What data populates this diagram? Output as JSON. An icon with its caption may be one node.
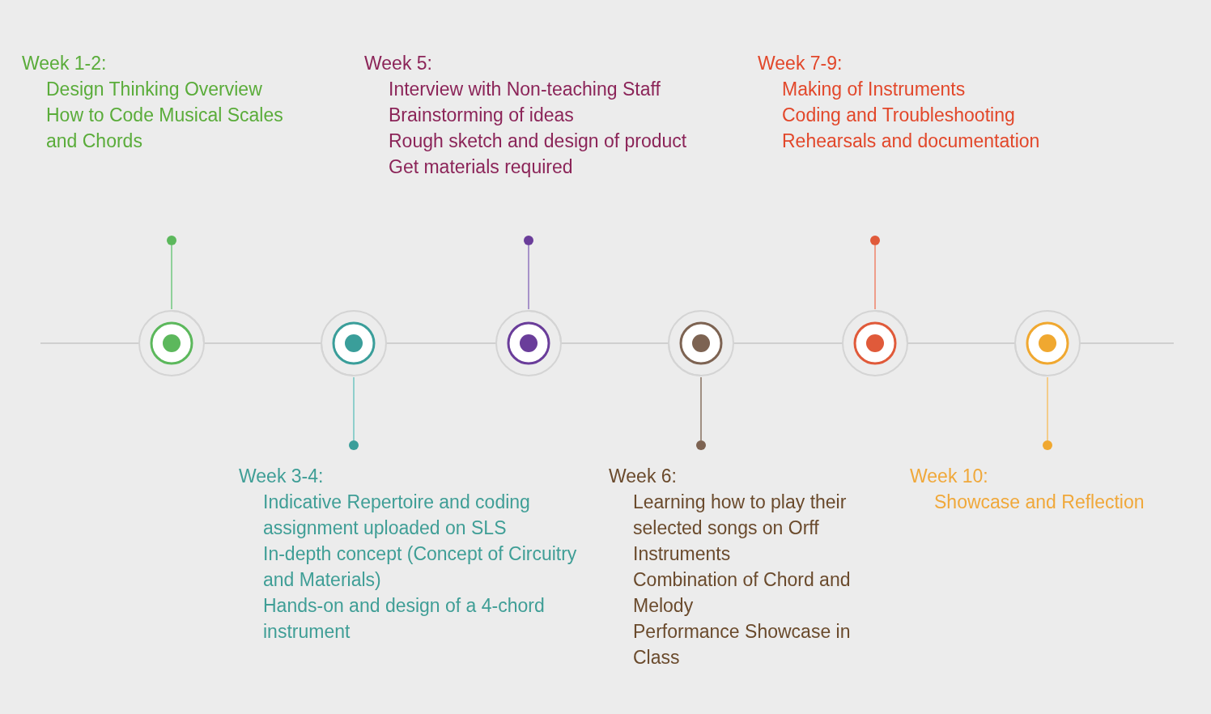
{
  "diagram": {
    "nodes": [
      {
        "text": [
          "Week 1-2:",
          "Design Thinking Overview",
          "How to Code Musical Scales and Chords"
        ]
      },
      {
        "text": [
          "Week 3-4:",
          "Indicative Repertoire and coding assignment uploaded on SLS",
          "In-depth concept (Concept of Circuitry and Materials)",
          "Hands-on and design of a 4-chord instrument"
        ]
      },
      {
        "text": [
          "Week 5:",
          "Interview with Non-teaching Staff",
          "Brainstorming of ideas",
          "Rough sketch and design of product",
          "Get materials required"
        ]
      },
      {
        "text": [
          "Week 6:",
          "Learning how to play their selected songs on Orff Instruments",
          "Combination of Chord and Melody",
          "Performance Showcase in Class"
        ]
      },
      {
        "text": [
          "Week 7-9:",
          "Making of Instruments",
          "Coding and Troubleshooting",
          "Rehearsals and documentation"
        ]
      },
      {
        "text": [
          "Week 10:",
          "Showcase and Reflection"
        ]
      },
      {
        "text": [],
        "shape": "circle"
      },
      {
        "text": [],
        "shape": "circle"
      },
      {
        "text": [],
        "shape": "circle"
      },
      {
        "text": [],
        "shape": "circle"
      },
      {
        "text": [],
        "shape": "circle"
      },
      {
        "text": [],
        "shape": "circle"
      },
      {
        "text": [],
        "shape": "circle"
      },
      {
        "text": [],
        "shape": "circle"
      },
      {
        "text": [],
        "shape": "circle"
      },
      {
        "text": [],
        "shape": "circle"
      },
      {
        "text": [],
        "shape": "circle"
      },
      {
        "text": [],
        "shape": "circle"
      }
    ],
    "edges": [
      {
        "from": 6,
        "to": 12,
        "arrow": "none",
        "color": "#8fd19a"
      },
      {
        "from": 7,
        "to": 13,
        "arrow": "none",
        "color": "#8fcfcc"
      },
      {
        "from": 8,
        "to": 14,
        "arrow": "none",
        "color": "#a793c9"
      },
      {
        "from": 9,
        "to": 15,
        "arrow": "none",
        "color": "#a08f82"
      },
      {
        "from": 10,
        "to": 16,
        "arrow": "none",
        "color": "#ee9d8a"
      },
      {
        "from": 11,
        "to": 17,
        "arrow": "none",
        "color": "#f3cc8a"
      }
    ]
  }
}
